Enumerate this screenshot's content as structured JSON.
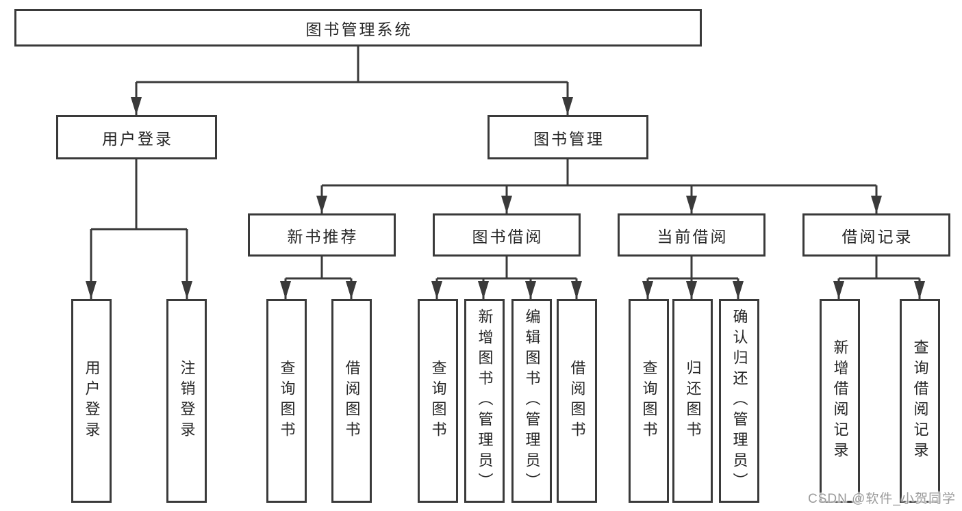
{
  "diagram_title": "图书管理系统",
  "tree": {
    "root": "图书管理系统",
    "level2": [
      "用户登录",
      "图书管理"
    ],
    "level3": [
      "新书推荐",
      "图书借阅",
      "当前借阅",
      "借阅记录"
    ],
    "leaves": {
      "user_login": [
        "用户登录",
        "注销登录"
      ],
      "new_book_recommend": [
        "查询图书",
        "借阅图书"
      ],
      "book_borrowing": [
        "查询图书",
        "新增图书（管理员）",
        "编辑图书（管理员）",
        "借阅图书"
      ],
      "current_borrowing": [
        "查询图书",
        "归还图书",
        "确认归还（管理员）"
      ],
      "borrowing_records": [
        "新增借阅记录",
        "查询借阅记录"
      ]
    }
  },
  "watermark": "CSDN @软件_小贺同学",
  "colors": {
    "line": "#3a3a3a",
    "text": "#262626",
    "watermark": "#9b9b9b",
    "background": "#ffffff"
  }
}
